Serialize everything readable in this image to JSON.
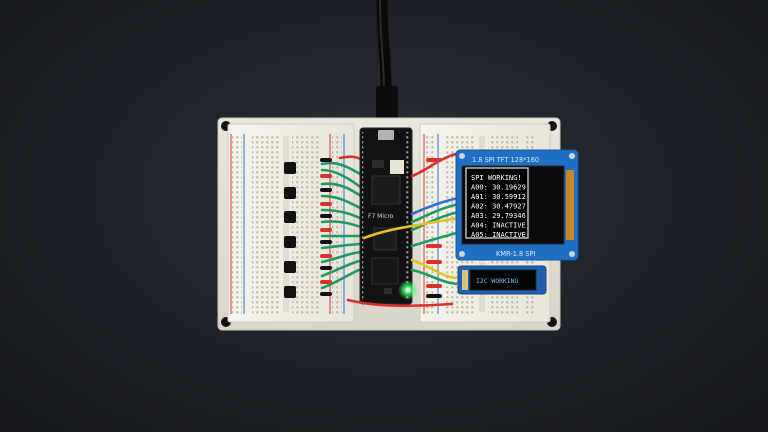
{
  "tft": {
    "header": "1.8 SPI TFT  128*160",
    "footer": "KMR-1.8 SPI",
    "lines": [
      "SPI WORKING!",
      "A00: 30.19629",
      "A01: 30.59912",
      "A02: 30.47927",
      "A03: 29.79346",
      "A04: INACTIVE",
      "A05: INACTIVE"
    ]
  },
  "oled": {
    "text": "I2C WORKING"
  },
  "board": {
    "label": "F7 Micro"
  },
  "colors": {
    "background": "#1d2026",
    "tft_pcb": "#1f6fc4",
    "tft_screen": "#000000",
    "board_pcb": "#121212",
    "breadboard": "#f2efe6",
    "wire_green": "#1f9a63",
    "wire_red": "#d8322b",
    "wire_yellow": "#e6c21d",
    "wire_blue": "#2a73d6",
    "led": "#3cff6a"
  }
}
